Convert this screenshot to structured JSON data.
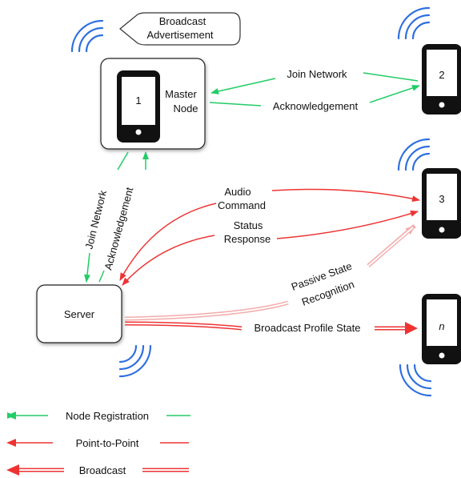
{
  "broadcast_callout": {
    "line1": "Broadcast",
    "line2": "Advertisement"
  },
  "master_node": {
    "phone_number": "1",
    "label_line1": "Master",
    "label_line2": "Node"
  },
  "phones": {
    "phone2": "2",
    "phone3": "3",
    "phoneN": "n"
  },
  "server": {
    "label": "Server"
  },
  "links": {
    "join_network_top": "Join Network",
    "acknowledgement_top": "Acknowledgement",
    "join_network_vertical": "Join Network",
    "acknowledgement_vertical": "Acknowledgement",
    "audio_command_line1": "Audio",
    "audio_command_line2": "Command",
    "status_response_line1": "Status",
    "status_response_line2": "Response",
    "passive_line1": "Passive State",
    "passive_line2": "Recognition",
    "broadcast_profile_state": "Broadcast Profile State"
  },
  "legend": {
    "node_registration": "Node Registration",
    "point_to_point": "Point-to-Point",
    "broadcast": "Broadcast"
  },
  "colors": {
    "registration": "#22cc66",
    "point_to_point": "#ee3333",
    "broadcast": "#ee3333",
    "passive": "#f4aaaa",
    "wifi": "#2e6fe0",
    "phone": "#111111"
  }
}
